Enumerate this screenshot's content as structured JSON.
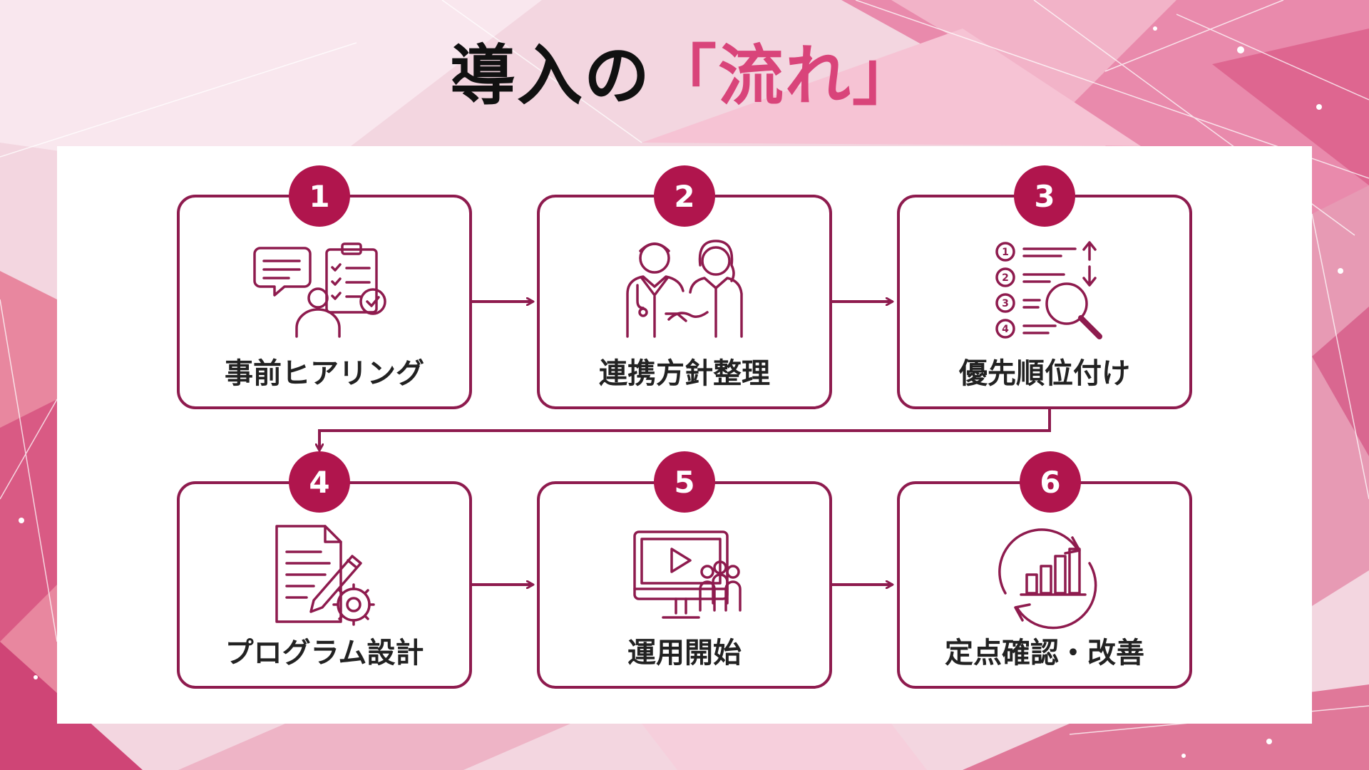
{
  "title": {
    "main": "導入の",
    "accent": "「流れ」"
  },
  "colors": {
    "accent": "#d9447a",
    "maroon": "#8e1b4e",
    "badge": "#b0154d"
  },
  "steps": [
    {
      "number": "1",
      "label": "事前ヒアリング",
      "icon": "hearing-checklist-icon"
    },
    {
      "number": "2",
      "label": "連携方針整理",
      "icon": "doctor-handshake-icon"
    },
    {
      "number": "3",
      "label": "優先順位付け",
      "icon": "priority-list-search-icon"
    },
    {
      "number": "4",
      "label": "プログラム設計",
      "icon": "document-pencil-gear-icon"
    },
    {
      "number": "5",
      "label": "運用開始",
      "icon": "monitor-play-group-icon"
    },
    {
      "number": "6",
      "label": "定点確認・改善",
      "icon": "cycle-bar-chart-icon"
    }
  ]
}
